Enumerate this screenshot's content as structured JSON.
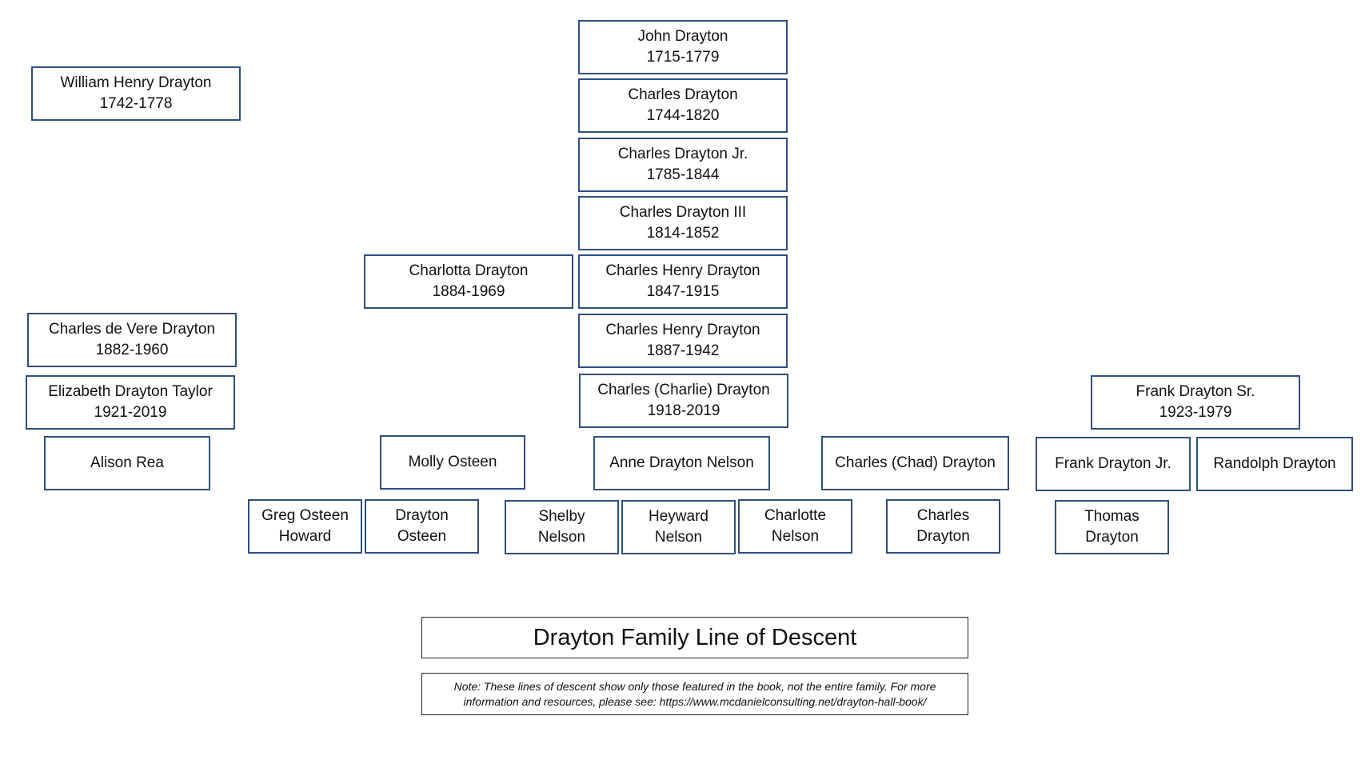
{
  "people": {
    "john_drayton": {
      "name": "John Drayton",
      "years": "1715-1779"
    },
    "charles_drayton": {
      "name": "Charles Drayton",
      "years": "1744-1820"
    },
    "charles_drayton_jr": {
      "name": "Charles Drayton Jr.",
      "years": "1785-1844"
    },
    "charles_drayton_iii": {
      "name": "Charles Drayton III",
      "years": "1814-1852"
    },
    "charles_henry_drayton_1847": {
      "name": "Charles Henry Drayton",
      "years": "1847-1915"
    },
    "charles_henry_drayton_1887": {
      "name": "Charles Henry Drayton",
      "years": "1887-1942"
    },
    "charlie_drayton": {
      "name": "Charles (Charlie) Drayton",
      "years": "1918-2019"
    },
    "william_henry_drayton": {
      "name": "William Henry Drayton",
      "years": "1742-1778"
    },
    "charlotta_drayton": {
      "name": "Charlotta Drayton",
      "years": "1884-1969"
    },
    "charles_de_vere_drayton": {
      "name": "Charles de Vere Drayton",
      "years": "1882-1960"
    },
    "elizabeth_drayton_taylor": {
      "name": "Elizabeth Drayton Taylor",
      "years": "1921-2019"
    },
    "frank_drayton_sr": {
      "name": "Frank Drayton Sr.",
      "years": "1923-1979"
    },
    "alison_rea": {
      "name": "Alison Rea"
    },
    "molly_osteen": {
      "name": "Molly Osteen"
    },
    "anne_drayton_nelson": {
      "name": "Anne Drayton Nelson"
    },
    "chad_drayton": {
      "name": "Charles (Chad) Drayton"
    },
    "frank_drayton_jr": {
      "name": "Frank Drayton Jr."
    },
    "randolph_drayton": {
      "name": "Randolph Drayton"
    },
    "greg_osteen_howard": {
      "line1": "Greg Osteen",
      "line2": "Howard"
    },
    "drayton_osteen": {
      "line1": "Drayton",
      "line2": "Osteen"
    },
    "shelby_nelson": {
      "line1": "Shelby",
      "line2": "Nelson"
    },
    "heyward_nelson": {
      "line1": "Heyward",
      "line2": "Nelson"
    },
    "charlotte_nelson": {
      "line1": "Charlotte",
      "line2": "Nelson"
    },
    "charles_drayton_young": {
      "line1": "Charles",
      "line2": "Drayton"
    },
    "thomas_drayton": {
      "line1": "Thomas",
      "line2": "Drayton"
    }
  },
  "title": "Drayton Family Line of Descent",
  "note": {
    "line1": "Note: These lines of descent show only those featured in the book, not the entire family. For more",
    "line2": "information and resources, please see: https://www.mcdanielconsulting.net/drayton-hall-book/"
  },
  "colors": {
    "box_border": "#2f4f7f"
  }
}
